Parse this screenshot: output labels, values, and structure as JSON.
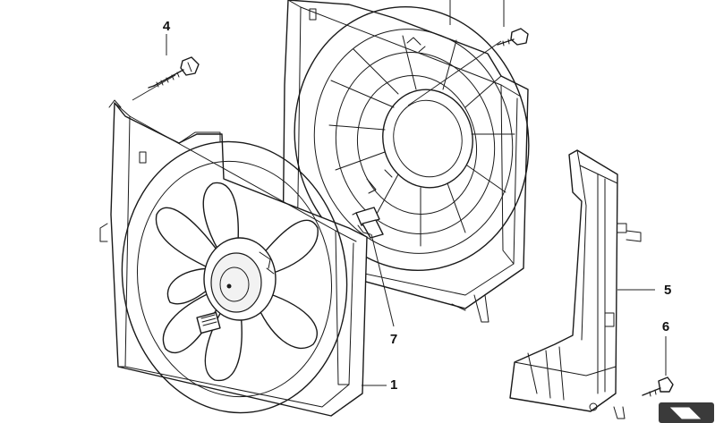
{
  "callouts": {
    "c1": "1",
    "c4": "4",
    "c5": "5",
    "c6": "6",
    "c7": "7"
  },
  "badge": {
    "color": "#3a3a3a"
  }
}
